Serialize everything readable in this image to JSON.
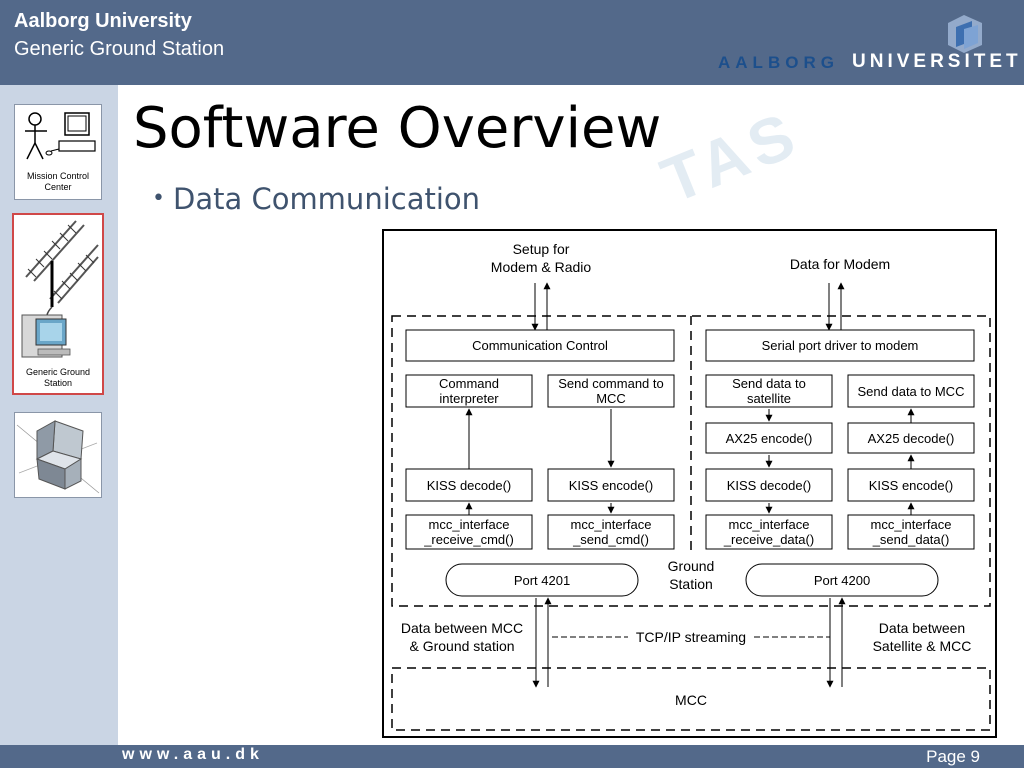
{
  "header": {
    "title": "Aalborg University",
    "subtitle": "Generic Ground Station",
    "logo_text_blue": "AALBORG",
    "logo_text_white": "UNIVERSITET"
  },
  "sidebar": {
    "items": [
      {
        "label_line1": "Mission Control",
        "label_line2": "Center",
        "active": false
      },
      {
        "label_line1": "Generic Ground",
        "label_line2": "Station",
        "active": true
      },
      {
        "label_line1": "",
        "label_line2": "",
        "active": false
      }
    ]
  },
  "watermark": "TAS",
  "slide": {
    "title": "Software Overview",
    "bullet": "Data Communication"
  },
  "diagram": {
    "top_left_label_1": "Setup for",
    "top_left_label_2": "Modem & Radio",
    "top_right_label": "Data for Modem",
    "comm_control": "Communication Control",
    "serial_driver": "Serial port driver to modem",
    "cmd_interp_1": "Command",
    "cmd_interp_2": "interpreter",
    "send_cmd_mcc_1": "Send command to",
    "send_cmd_mcc_2": "MCC",
    "send_sat_1": "Send data to",
    "send_sat_2": "satellite",
    "send_mcc": "Send data to MCC",
    "ax25_encode": "AX25 encode()",
    "ax25_decode": "AX25 decode()",
    "kiss_decode": "KISS decode()",
    "kiss_encode": "KISS encode()",
    "mcc_recv_cmd_1": "mcc_interface",
    "mcc_recv_cmd_2": "_receive_cmd()",
    "mcc_send_cmd_1": "mcc_interface",
    "mcc_send_cmd_2": "_send_cmd()",
    "mcc_recv_data_1": "mcc_interface",
    "mcc_recv_data_2": "_receive_data()",
    "mcc_send_data_1": "mcc_interface",
    "mcc_send_data_2": "_send_data()",
    "port_left": "Port 4201",
    "port_right": "Port 4200",
    "ground_station_1": "Ground",
    "ground_station_2": "Station",
    "data_between_mcc_1": "Data between MCC",
    "data_between_mcc_2": "& Ground station",
    "tcp_ip": "TCP/IP streaming",
    "data_between_sat_1": "Data between",
    "data_between_sat_2": "Satellite & MCC",
    "mcc": "MCC"
  },
  "footer": {
    "url": "www.aau.dk",
    "page": "Page 9"
  }
}
